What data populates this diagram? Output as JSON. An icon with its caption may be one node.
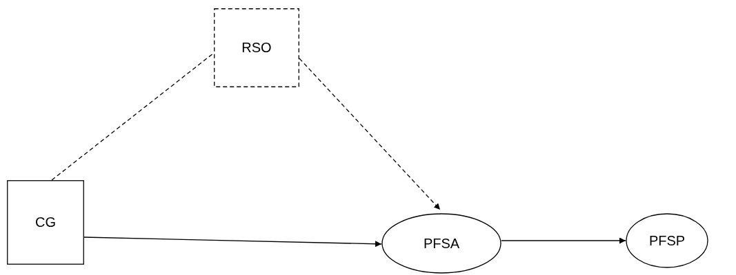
{
  "diagram": {
    "nodes": [
      {
        "text": [
          "RSO"
        ]
      },
      {
        "text": [
          "CG"
        ]
      },
      {
        "text": [
          "PFSA"
        ]
      },
      {
        "text": [
          "PFSP"
        ]
      }
    ],
    "edges": [
      {
        "from": 1,
        "to": 0,
        "arrow": "none",
        "style": "dashed"
      },
      {
        "from": 0,
        "to": 2,
        "arrow": "to",
        "style": "dashed"
      },
      {
        "from": 1,
        "to": 2,
        "arrow": "to"
      },
      {
        "from": 2,
        "to": 3,
        "arrow": "to"
      }
    ]
  }
}
